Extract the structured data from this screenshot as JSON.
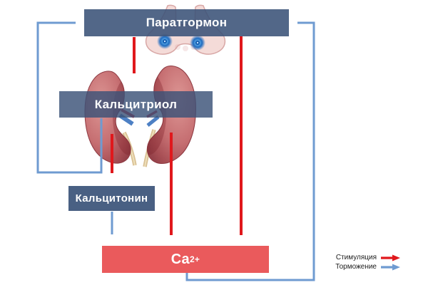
{
  "diagram": {
    "nodes": {
      "parathormone": {
        "label": "Паратгормон"
      },
      "calcitriol": {
        "label": "Кальцитриол"
      },
      "calcitonin": {
        "label": "Кальцитонин"
      },
      "calcium": {
        "label": "Ca",
        "superscript": "2+"
      }
    },
    "illustrations": {
      "thyroid": "thyroid-with-parathyroid-glands",
      "kidneys": "paired-kidneys-with-ureters"
    },
    "legend": {
      "stimulation": "Стимуляция",
      "inhibition": "Торможение"
    },
    "colors": {
      "node_fill": "#586e91",
      "calcium_fill": "#ea5a5c",
      "stimulation_arrow": "#e0181c",
      "inhibition_arrow": "#6f9bd1"
    },
    "edges": [
      {
        "from": "Паратгормон",
        "to": "Кальцитриол",
        "type": "стимуляция"
      },
      {
        "from": "Паратгормон",
        "to": "Ca2+",
        "type": "стимуляция"
      },
      {
        "from": "Кальцитриол",
        "to": "Кальцитонин",
        "type": "стимуляция"
      },
      {
        "from": "Кальцитриол",
        "to": "Ca2+",
        "type": "стимуляция"
      },
      {
        "from": "Кальцитриол",
        "to": "Паратгормон",
        "type": "торможение"
      },
      {
        "from": "Кальцитонин",
        "to": "Ca2+",
        "type": "торможение"
      },
      {
        "from": "Ca2+",
        "to": "Паратгормон",
        "type": "торможение"
      }
    ]
  }
}
